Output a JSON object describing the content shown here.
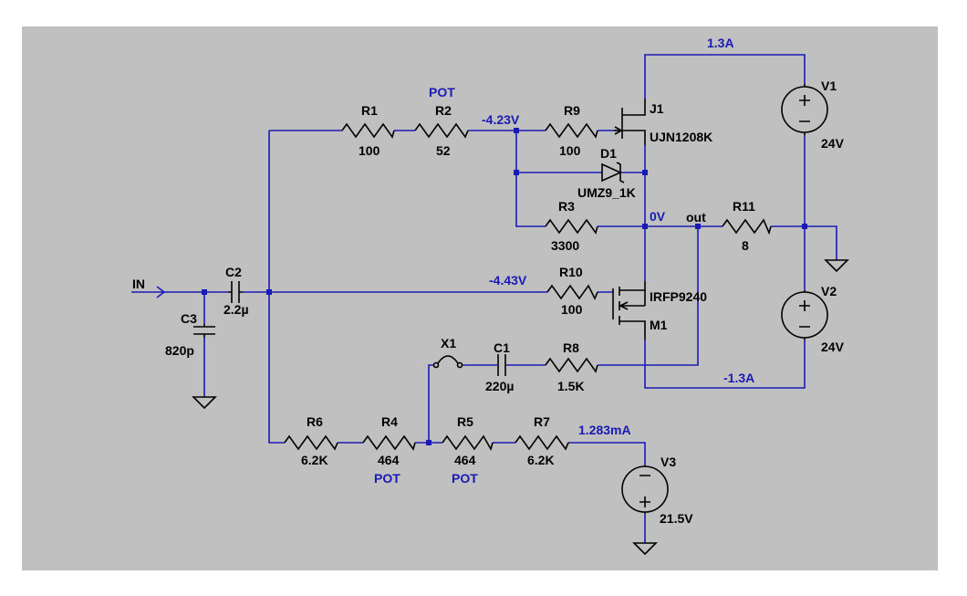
{
  "input_label": "IN",
  "output_label": "out",
  "components": {
    "R1": {
      "name": "R1",
      "value": "100"
    },
    "R2": {
      "name": "R2",
      "value": "52",
      "tag": "POT"
    },
    "R9": {
      "name": "R9",
      "value": "100"
    },
    "R3": {
      "name": "R3",
      "value": "3300"
    },
    "R10": {
      "name": "R10",
      "value": "100"
    },
    "R8": {
      "name": "R8",
      "value": "1.5K"
    },
    "R11": {
      "name": "R11",
      "value": "8"
    },
    "R6": {
      "name": "R6",
      "value": "6.2K"
    },
    "R4": {
      "name": "R4",
      "value": "464",
      "tag": "POT"
    },
    "R5": {
      "name": "R5",
      "value": "464",
      "tag": "POT"
    },
    "R7": {
      "name": "R7",
      "value": "6.2K"
    },
    "C1": {
      "name": "C1",
      "value": "220µ"
    },
    "C2": {
      "name": "C2",
      "value": "2.2µ"
    },
    "C3": {
      "name": "C3",
      "value": "820p"
    },
    "D1": {
      "name": "D1",
      "value": "UMZ9_1K"
    },
    "J1": {
      "name": "J1",
      "value": "UJN1208K"
    },
    "M1": {
      "name": "M1",
      "value": "IRFP9240"
    },
    "X1": {
      "name": "X1"
    },
    "V1": {
      "name": "V1",
      "value": "24V"
    },
    "V2": {
      "name": "V2",
      "value": "24V"
    },
    "V3": {
      "name": "V3",
      "value": "21.5V"
    }
  },
  "annotations": {
    "current_top": "1.3A",
    "current_bottom": "-1.3A",
    "current_v3": "1.283mA",
    "voltage_j1_gate": "-4.23V",
    "voltage_m1_gate": "-4.43V",
    "voltage_out": "0V"
  },
  "colors": {
    "background": "#c0c0c0",
    "wire": "#1a1ab4",
    "component": "#000000",
    "annotation": "#1a1ab4"
  }
}
